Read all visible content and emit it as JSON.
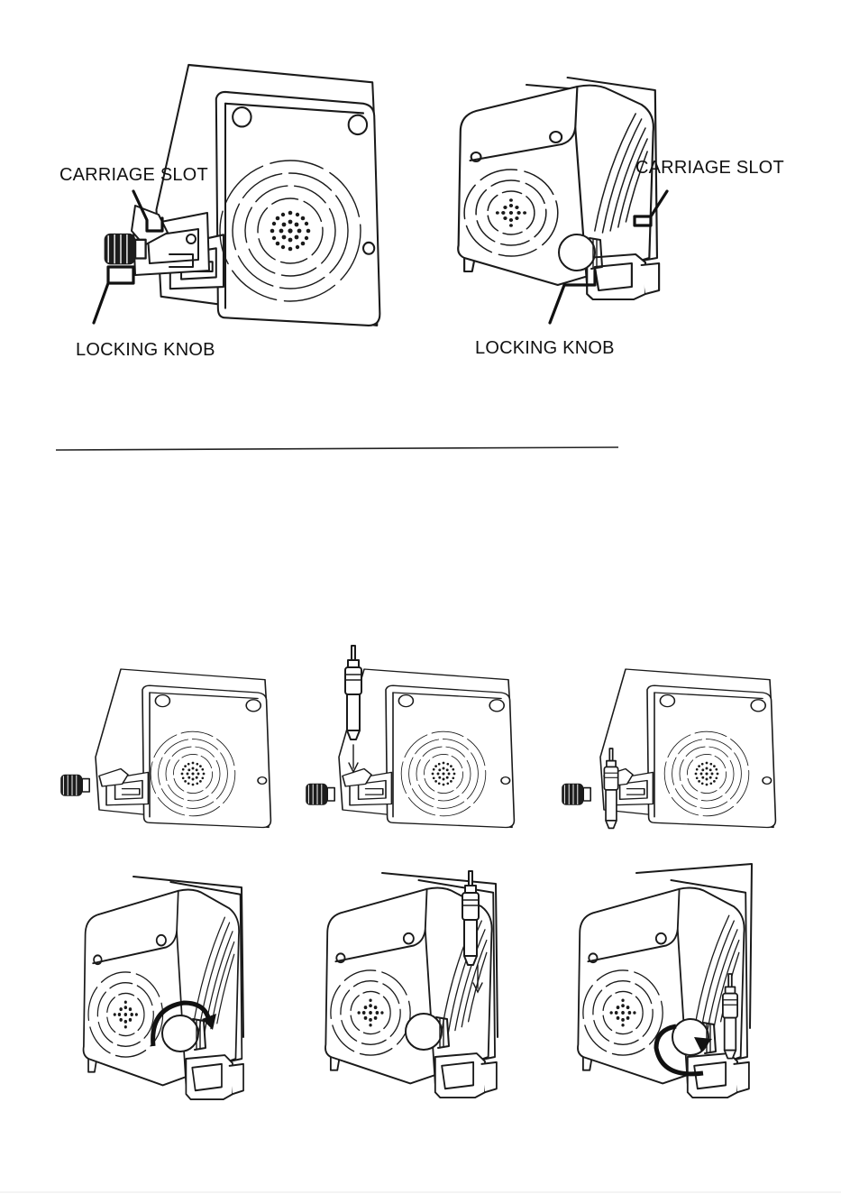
{
  "labels": {
    "carriage_slot_left": "CARRIAGE SLOT",
    "locking_knob_left": "LOCKING KNOB",
    "carriage_slot_right": "CARRIAGE SLOT",
    "locking_knob_right": "LOCKING KNOB"
  },
  "colors": {
    "line": "#1a1a1a",
    "background": "#ffffff"
  }
}
